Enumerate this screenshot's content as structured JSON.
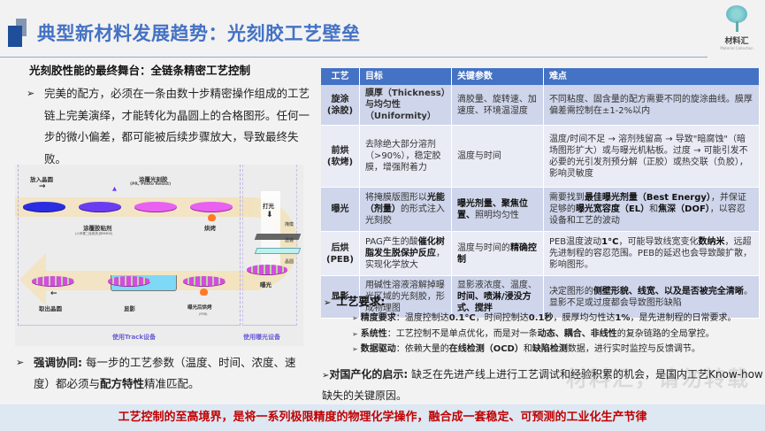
{
  "header": {
    "title": "典型新材料发展趋势：光刻胶工艺壁垒",
    "logo": {
      "name": "材料汇",
      "subtitle": "Material Collection"
    }
  },
  "left": {
    "subtitle": "光刻胶性能的最终舞台：全链条精密工艺控制",
    "para1": "完美的配方，必须在一条由数十步精密操作组成的工艺链上完美演绎，才能转化为晶圆上的合格图形。任何一步的微小偏差，都可能被后续步骤放大，导致最终失败。",
    "diagram": {
      "labels": {
        "load": "放入晶圆",
        "coat_pr": "涂覆光刻胶",
        "coat_pr_sub": "(PR, Photo Resist)",
        "coat_adhesive": "涂覆胶粘剂",
        "coat_adhesive_sub": "(六甲基二硅氮烷,即HMDS)",
        "bake": "烘烤",
        "light": "打光",
        "mask": "掩模",
        "lens": "透镜",
        "wafer": "晶圆",
        "expose": "曝光",
        "peb": "曝光后烘烤",
        "peb_sub": "(PEB)",
        "develop": "显影",
        "unload": "取出晶圆",
        "track": "使用Track设备",
        "exposure_tool": "使用曝光设备"
      }
    },
    "para2": {
      "bold": "强调协同:",
      "text": " 每一步的工艺参数（温度、时间、浓度、速度）都必须与",
      "bold2": "配方特性",
      "text2": "精准匹配。"
    }
  },
  "table": {
    "headers": [
      "工艺",
      "目标",
      "关键参数",
      "难点"
    ],
    "rows": [
      {
        "step": "旋涂\n(涂胶)",
        "goal": "膜厚（Thickness）与均匀性（Uniformity）",
        "param": "滴胶量、旋转速、加速度、环境温湿度",
        "diff": "不同粘度、固含量的配方需要不同的旋涂曲线。膜厚偏差需控制在±1-2%以内"
      },
      {
        "step": "前烘\n(软烤)",
        "goal": "去除绝大部分溶剂（>90%），稳定胶膜，增强附着力",
        "param": "温度与时间",
        "diff": "温度/时间不足 → 溶剂残留高 → 导致\"暗腐蚀\"（暗场图形扩大）或与曝光机粘板。过度 → 可能引发不必要的光引发剂预分解（正胶）或热交联（负胶），影响灵敏度"
      },
      {
        "step": "曝光",
        "goal_pre": "将掩膜版图形以",
        "goal_bold": "光能（剂量）",
        "goal_post": "的形式注入光刻胶",
        "param_bold": "曝光剂量、聚焦位置、",
        "param_post": "照明均匀性",
        "diff_pre": "需要找到",
        "diff_b1": "最佳曝光剂量（Best Energy）",
        "diff_mid": "，并保证足够的",
        "diff_b2": "曝光宽容度（EL）",
        "diff_mid2": "和",
        "diff_b3": "焦深（DOF）",
        "diff_post": "，以容忍设备和工艺的波动"
      },
      {
        "step": "后烘\n(PEB)",
        "goal_pre": "PAG产生的酸",
        "goal_bold": "催化树脂发生脱保护反应",
        "goal_post": "，实现化学放大",
        "param_pre": "温度与时间的",
        "param_bold": "精确控制",
        "diff_pre": "PEB温度波动",
        "diff_b1": "1°C",
        "diff_mid": "，可能导致线宽变化",
        "diff_b2": "数纳米",
        "diff_post": "，远超先进制程的容忍范围。PEB的延迟也会导致酸扩散，影响图形。"
      },
      {
        "step": "显影",
        "goal": "用碱性溶液溶解掉曝光区域的光刻胶，形成物理图",
        "param_pre": "显影液浓度、温度、",
        "param_bold": "时间、喷淋/浸没方式、搅拌",
        "diff_pre": "决定图形的",
        "diff_b1": "侧壁形貌、线宽、以及是否被完全清晰",
        "diff_post": "。显影不足或过度都会导致图形缺陷"
      }
    ]
  },
  "requirements": {
    "title": "工艺要求:",
    "items": [
      {
        "label": "精度要求",
        "t1": "：温度控制达",
        "b1": "0.1°C",
        "t2": "，时间控制达",
        "b2": "0.1秒",
        "t3": "，膜厚均匀性达",
        "b3": "1%",
        "t4": "，是先进制程的日常要求。"
      },
      {
        "label": "系统性",
        "t1": "：工艺控制不是单点优化，而是对一条",
        "b1": "动态、耦合、非线性",
        "t2": "的复杂链路的全局掌控。"
      },
      {
        "label": "数据驱动",
        "t1": "：依赖大量的",
        "b1": "在线检测（OCD）",
        "t2": "和",
        "b2": "缺陷检测",
        "t3": "数据，进行实时监控与反馈调节。"
      }
    ]
  },
  "implication": {
    "bold": "对国产化的启示:",
    "text": " 缺乏在先进产线上进行工艺调试和经验积累的机会，是国内工艺Know-how缺失的关键原因。"
  },
  "watermark": "材料汇，请勿转载",
  "footer": "工艺控制的至高境界，是将一系列极限精度的物理化学操作，融合成一套稳定、可预测的工业化生产节律",
  "colors": {
    "accent": "#4472c4",
    "title": "#4472c4",
    "footer_text": "#c00000",
    "footer_bg": "#dde8f3",
    "row_odd": "#cfd5ea",
    "row_even": "#e9ebf5"
  }
}
